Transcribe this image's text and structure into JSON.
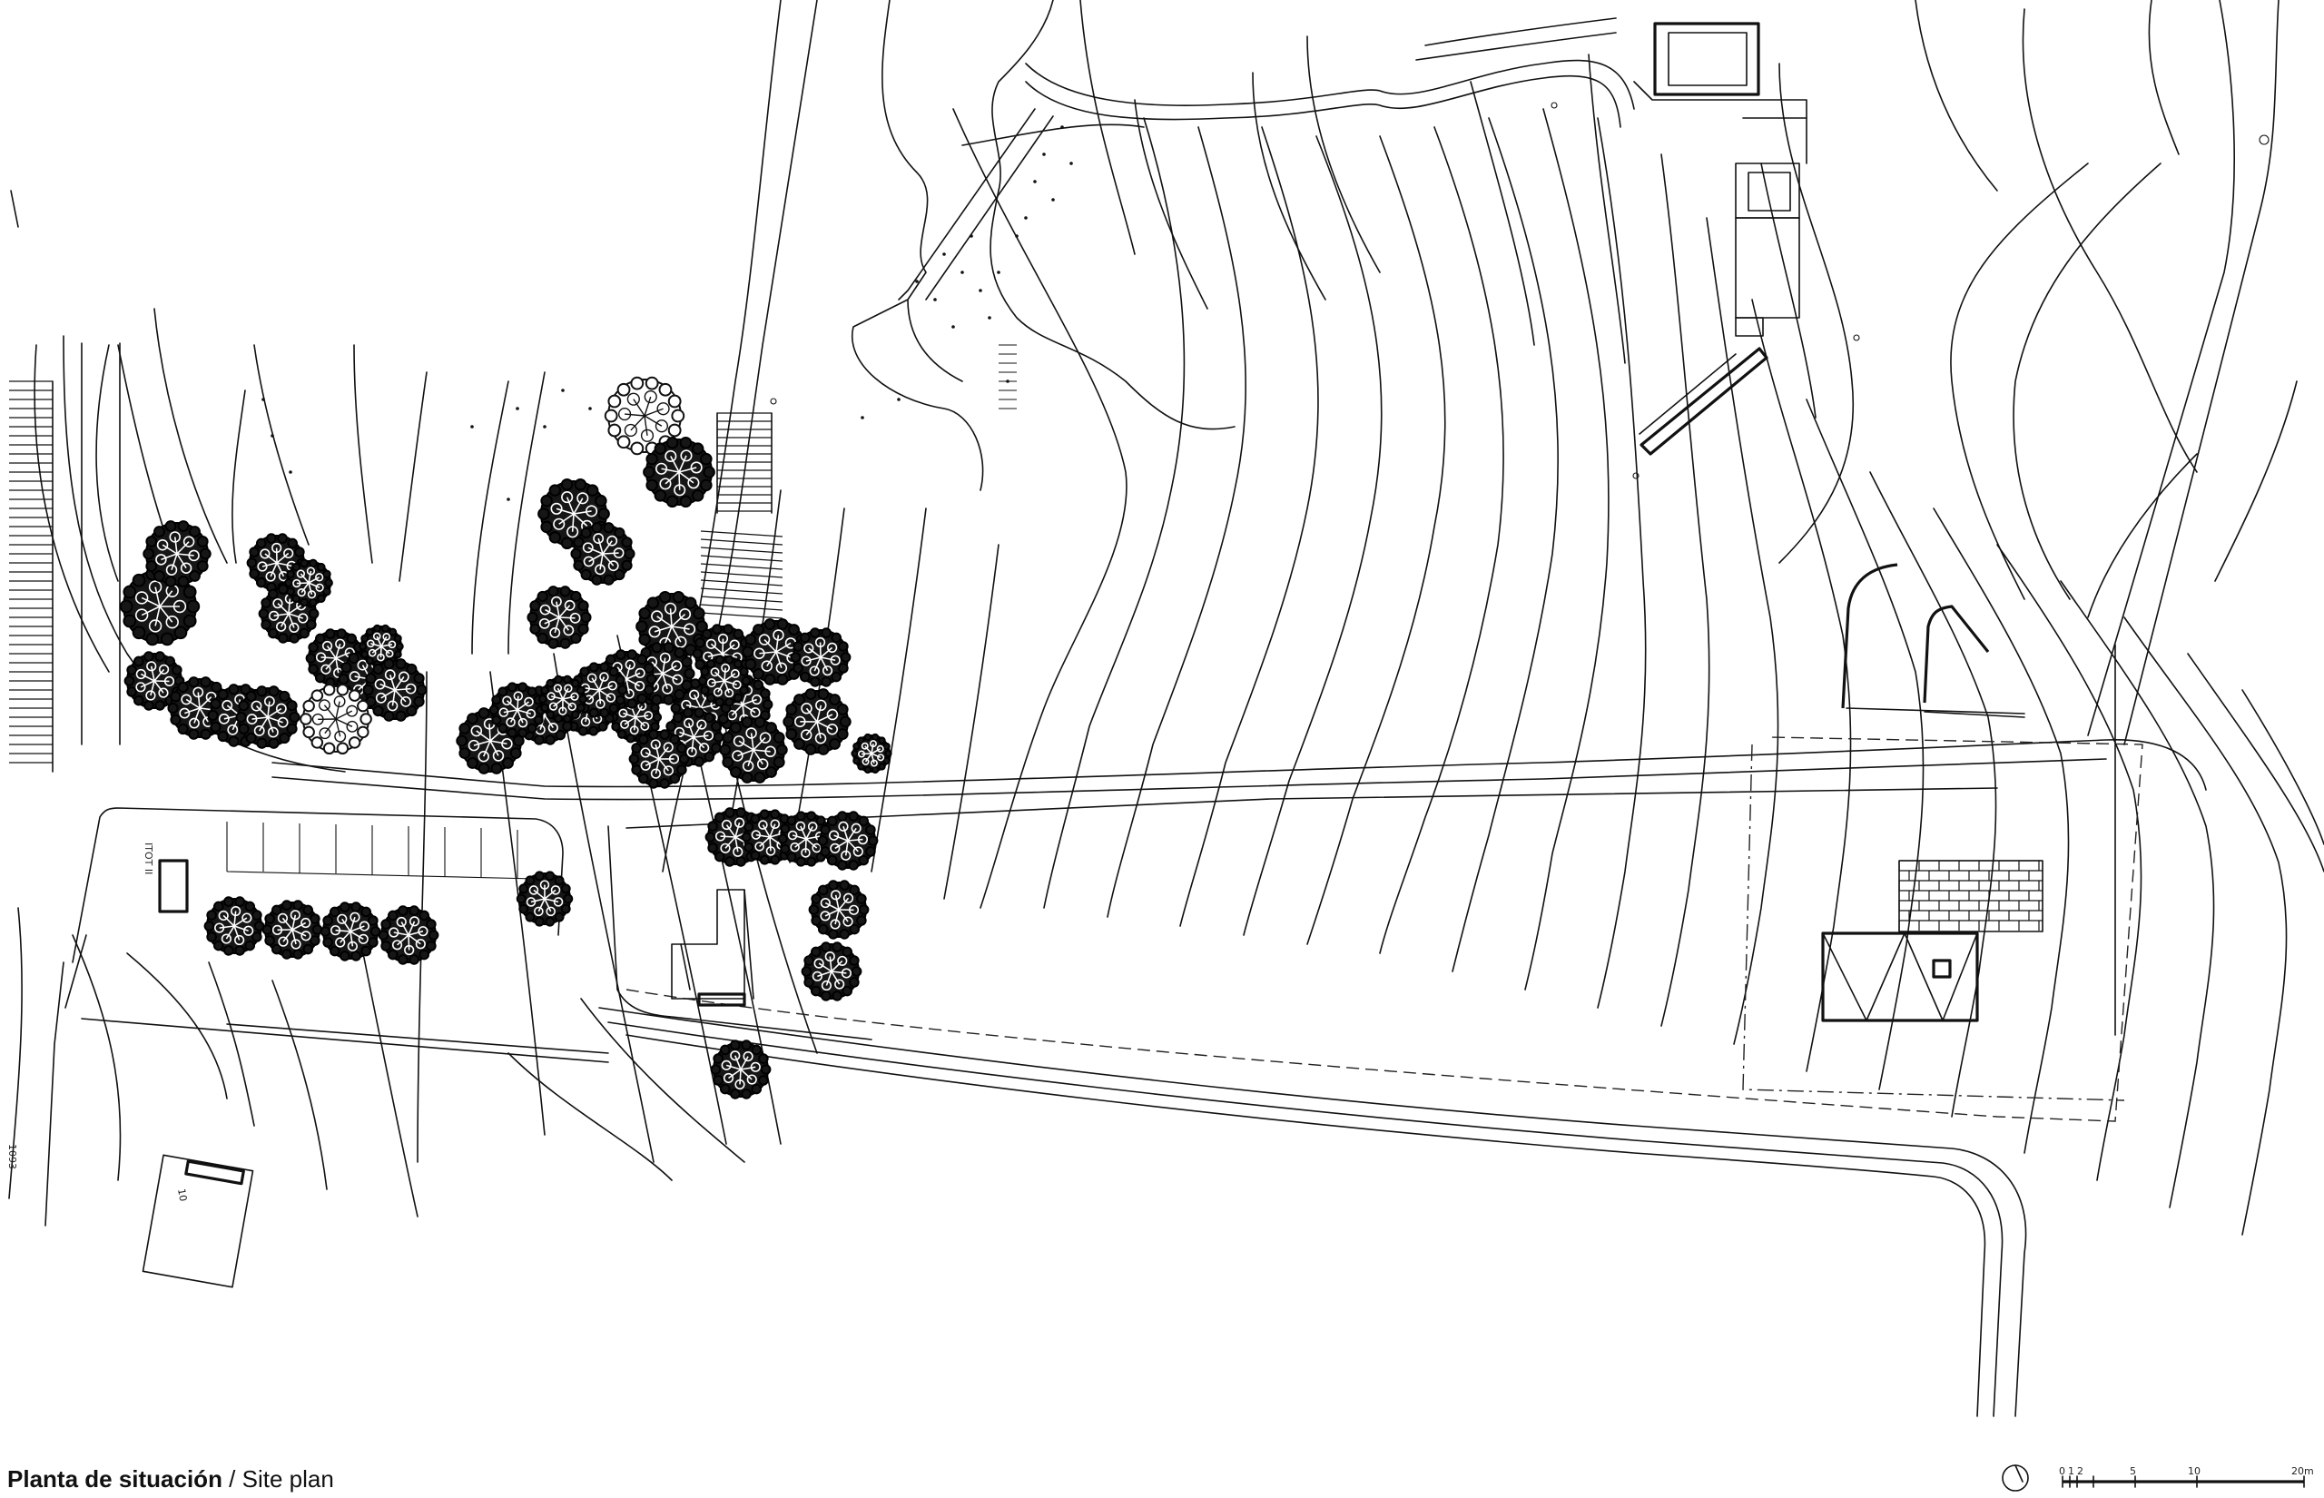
{
  "caption": {
    "title_es": "Planta de situación",
    "separator": " / ",
    "title_en": "Site plan"
  },
  "scale_bar": {
    "ticks": [
      "0",
      "1",
      "2",
      "5",
      "10",
      "20m"
    ]
  },
  "site_labels": {
    "parking_marker": "ITOT II",
    "structure_number": "10",
    "elevation_left": "1093"
  },
  "colors": {
    "line": "#111111",
    "background": "#ffffff",
    "tree_canopy": "#161616"
  },
  "icons": [
    "north-arrow-icon",
    "tree-icon"
  ]
}
